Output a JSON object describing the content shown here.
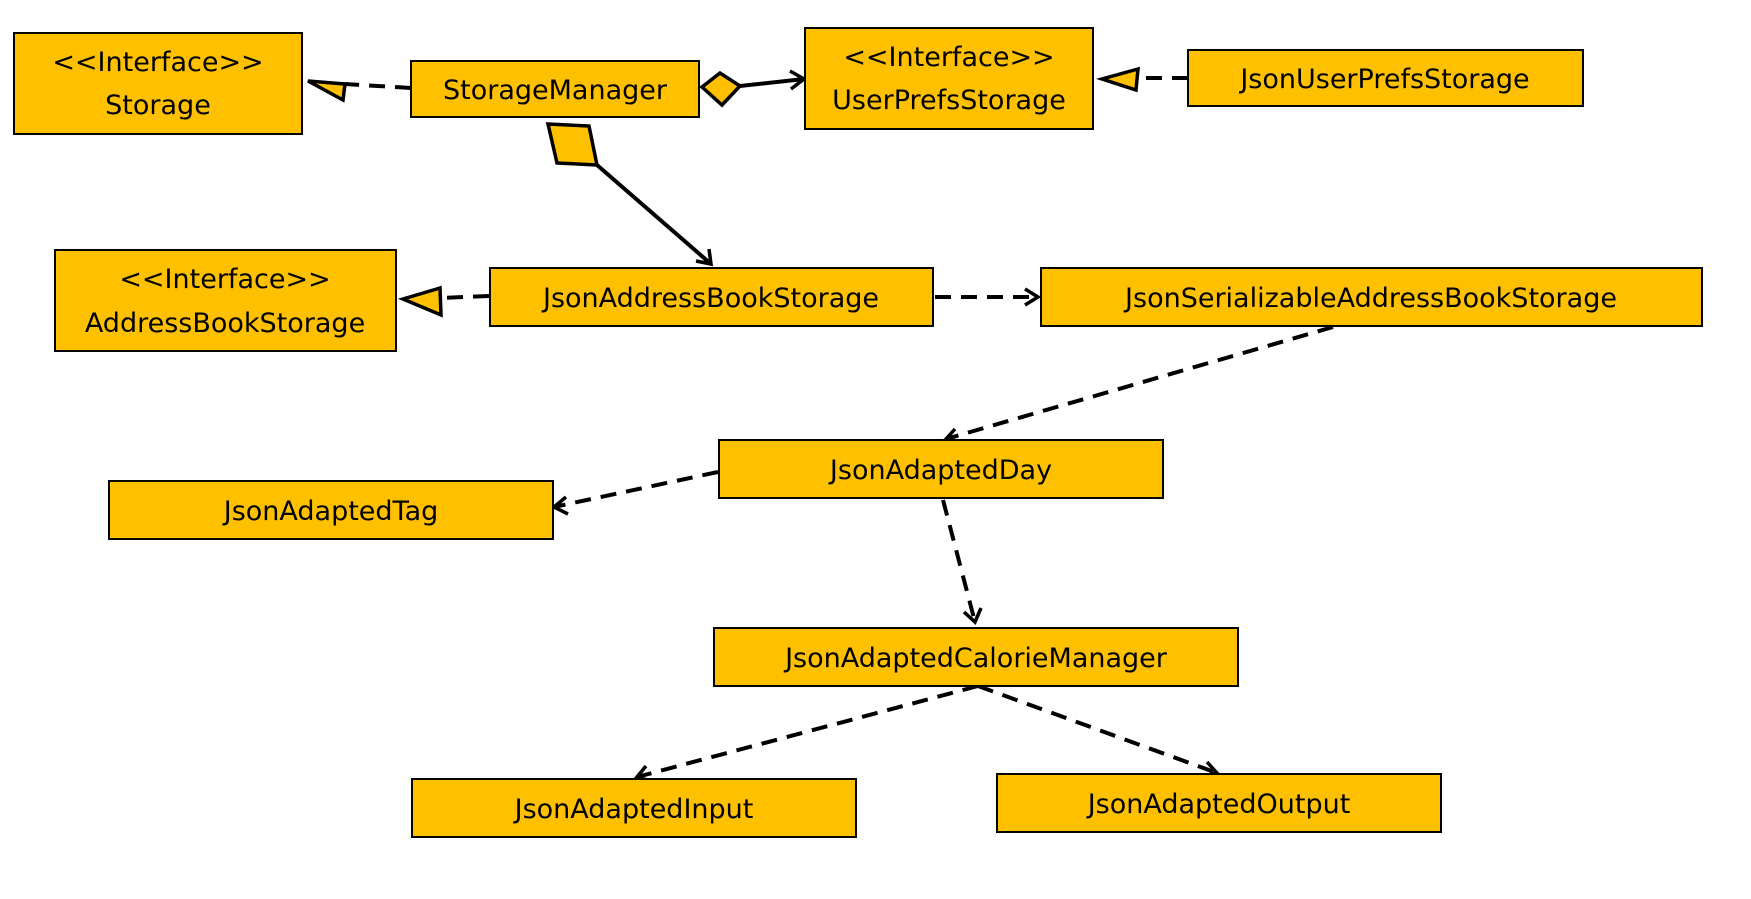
{
  "diagram": {
    "colors": {
      "class_fill": "#FFC000",
      "stroke": "#000000",
      "background": "#FFFFFF"
    },
    "classes": [
      {
        "id": "storage",
        "stereotype": "<<Interface>>",
        "name": "Storage"
      },
      {
        "id": "storage_manager",
        "stereotype": "",
        "name": "StorageManager"
      },
      {
        "id": "user_prefs_storage",
        "stereotype": "<<Interface>>",
        "name": "UserPrefsStorage"
      },
      {
        "id": "json_user_prefs_storage",
        "stereotype": "",
        "name": "JsonUserPrefsStorage"
      },
      {
        "id": "address_book_storage",
        "stereotype": "<<Interface>>",
        "name": "AddressBookStorage"
      },
      {
        "id": "json_address_book_storage",
        "stereotype": "",
        "name": "JsonAddressBookStorage"
      },
      {
        "id": "json_serializable_address_book_storage",
        "stereotype": "",
        "name": "JsonSerializableAddressBookStorage"
      },
      {
        "id": "json_adapted_day",
        "stereotype": "",
        "name": "JsonAdaptedDay"
      },
      {
        "id": "json_adapted_tag",
        "stereotype": "",
        "name": "JsonAdaptedTag"
      },
      {
        "id": "json_adapted_calorie_manager",
        "stereotype": "",
        "name": "JsonAdaptedCalorieManager"
      },
      {
        "id": "json_adapted_input",
        "stereotype": "",
        "name": "JsonAdaptedInput"
      },
      {
        "id": "json_adapted_output",
        "stereotype": "",
        "name": "JsonAdaptedOutput"
      }
    ],
    "relations": [
      {
        "from": "storage_manager",
        "to": "storage",
        "kind": "realization"
      },
      {
        "from": "storage_manager",
        "to": "user_prefs_storage",
        "kind": "aggregation"
      },
      {
        "from": "json_user_prefs_storage",
        "to": "user_prefs_storage",
        "kind": "realization"
      },
      {
        "from": "storage_manager",
        "to": "json_address_book_storage",
        "kind": "aggregation"
      },
      {
        "from": "json_address_book_storage",
        "to": "address_book_storage",
        "kind": "realization"
      },
      {
        "from": "json_address_book_storage",
        "to": "json_serializable_address_book_storage",
        "kind": "dependency"
      },
      {
        "from": "json_serializable_address_book_storage",
        "to": "json_adapted_day",
        "kind": "dependency"
      },
      {
        "from": "json_adapted_day",
        "to": "json_adapted_tag",
        "kind": "dependency"
      },
      {
        "from": "json_adapted_day",
        "to": "json_adapted_calorie_manager",
        "kind": "dependency"
      },
      {
        "from": "json_adapted_calorie_manager",
        "to": "json_adapted_input",
        "kind": "dependency"
      },
      {
        "from": "json_adapted_calorie_manager",
        "to": "json_adapted_output",
        "kind": "dependency"
      }
    ]
  }
}
